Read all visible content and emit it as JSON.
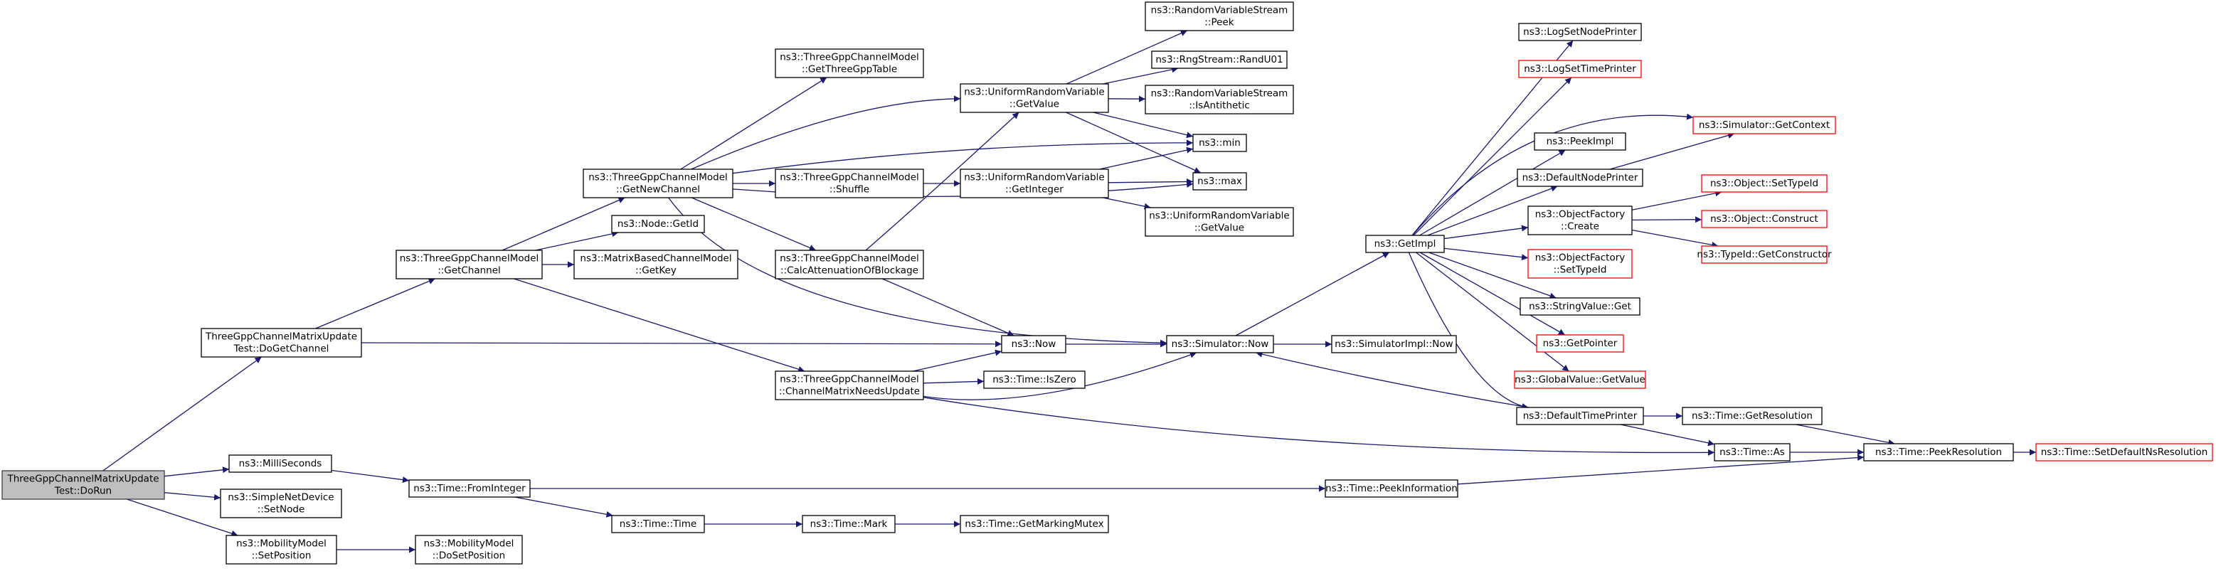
{
  "colors": {
    "edge": "#191970",
    "root_fill": "#bfbfbf",
    "node_border": "#000000",
    "undocumented_border": "#ff0000"
  },
  "nodes": [
    {
      "id": "n_dorun",
      "lines": [
        "ThreeGppChannelMatrixUpdate",
        "Test::DoRun"
      ],
      "style": "root"
    },
    {
      "id": "n_dogetchannel",
      "lines": [
        "ThreeGppChannelMatrixUpdate",
        "Test::DoGetChannel"
      ],
      "style": "normal"
    },
    {
      "id": "n_milliseconds",
      "lines": [
        "ns3::MilliSeconds"
      ],
      "style": "normal"
    },
    {
      "id": "n_setnode",
      "lines": [
        "ns3::SimpleNetDevice",
        "::SetNode"
      ],
      "style": "normal"
    },
    {
      "id": "n_setposition",
      "lines": [
        "ns3::MobilityModel",
        "::SetPosition"
      ],
      "style": "normal"
    },
    {
      "id": "n_getchannel",
      "lines": [
        "ns3::ThreeGppChannelModel",
        "::GetChannel"
      ],
      "style": "normal"
    },
    {
      "id": "n_getnewchannel",
      "lines": [
        "ns3::ThreeGppChannelModel",
        "::GetNewChannel"
      ],
      "style": "normal"
    },
    {
      "id": "n_getthreegpptable",
      "lines": [
        "ns3::ThreeGppChannelModel",
        "::GetThreeGppTable"
      ],
      "style": "normal"
    },
    {
      "id": "n_shuffle",
      "lines": [
        "ns3::ThreeGppChannelModel",
        "::Shuffle"
      ],
      "style": "normal"
    },
    {
      "id": "n_calcatten",
      "lines": [
        "ns3::ThreeGppChannelModel",
        "::CalcAttenuationOfBlockage"
      ],
      "style": "normal"
    },
    {
      "id": "n_matrixneeds",
      "lines": [
        "ns3::ThreeGppChannelModel",
        "::ChannelMatrixNeedsUpdate"
      ],
      "style": "normal"
    },
    {
      "id": "n_nodegetid",
      "lines": [
        "ns3::Node::GetId"
      ],
      "style": "normal"
    },
    {
      "id": "n_getkey",
      "lines": [
        "ns3::MatrixBasedChannelModel",
        "::GetKey"
      ],
      "style": "normal"
    },
    {
      "id": "n_urv_getvalue",
      "lines": [
        "ns3::UniformRandomVariable",
        "::GetValue"
      ],
      "style": "normal"
    },
    {
      "id": "n_urv_getinteger",
      "lines": [
        "ns3::UniformRandomVariable",
        "::GetInteger"
      ],
      "style": "normal"
    },
    {
      "id": "n_peek",
      "lines": [
        "ns3::RandomVariableStream",
        "::Peek"
      ],
      "style": "normal"
    },
    {
      "id": "n_randu01",
      "lines": [
        "ns3::RngStream::RandU01"
      ],
      "style": "normal"
    },
    {
      "id": "n_isantithetic",
      "lines": [
        "ns3::RandomVariableStream",
        "::IsAntithetic"
      ],
      "style": "normal"
    },
    {
      "id": "n_min",
      "lines": [
        "ns3::min"
      ],
      "style": "normal"
    },
    {
      "id": "n_max",
      "lines": [
        "ns3::max"
      ],
      "style": "normal"
    },
    {
      "id": "n_urv_getvalue2",
      "lines": [
        "ns3::UniformRandomVariable",
        "::GetValue"
      ],
      "style": "normal"
    },
    {
      "id": "n_now",
      "lines": [
        "ns3::Now"
      ],
      "style": "normal"
    },
    {
      "id": "n_iszero",
      "lines": [
        "ns3::Time::IsZero"
      ],
      "style": "normal"
    },
    {
      "id": "n_simnow",
      "lines": [
        "ns3::Simulator::Now"
      ],
      "style": "normal"
    },
    {
      "id": "n_simimplnow",
      "lines": [
        "ns3::SimulatorImpl::Now"
      ],
      "style": "normal"
    },
    {
      "id": "n_fromint",
      "lines": [
        "ns3::Time::FromInteger"
      ],
      "style": "normal"
    },
    {
      "id": "n_time",
      "lines": [
        "ns3::Time::Time"
      ],
      "style": "normal"
    },
    {
      "id": "n_mark",
      "lines": [
        "ns3::Time::Mark"
      ],
      "style": "normal"
    },
    {
      "id": "n_markmutex",
      "lines": [
        "ns3::Time::GetMarkingMutex"
      ],
      "style": "normal"
    },
    {
      "id": "n_dosetposition",
      "lines": [
        "ns3::MobilityModel",
        "::DoSetPosition"
      ],
      "style": "normal"
    },
    {
      "id": "n_peekinfo",
      "lines": [
        "ns3::Time::PeekInformation"
      ],
      "style": "normal"
    },
    {
      "id": "n_getimpl",
      "lines": [
        "ns3::GetImpl"
      ],
      "style": "normal"
    },
    {
      "id": "n_lognodeprinter",
      "lines": [
        "ns3::LogSetNodePrinter"
      ],
      "style": "normal"
    },
    {
      "id": "n_logtimeprinter",
      "lines": [
        "ns3::LogSetTimePrinter"
      ],
      "style": "red"
    },
    {
      "id": "n_peekimpl",
      "lines": [
        "ns3::PeekImpl"
      ],
      "style": "normal"
    },
    {
      "id": "n_defnodeprinter",
      "lines": [
        "ns3::DefaultNodePrinter"
      ],
      "style": "normal"
    },
    {
      "id": "n_getcontext",
      "lines": [
        "ns3::Simulator::GetContext"
      ],
      "style": "red"
    },
    {
      "id": "n_objfactcreate",
      "lines": [
        "ns3::ObjectFactory",
        "::Create"
      ],
      "style": "normal"
    },
    {
      "id": "n_objfactsettypeid",
      "lines": [
        "ns3::ObjectFactory",
        "::SetTypeId"
      ],
      "style": "red"
    },
    {
      "id": "n_stringvalueget",
      "lines": [
        "ns3::StringValue::Get"
      ],
      "style": "normal"
    },
    {
      "id": "n_getpointer",
      "lines": [
        "ns3::GetPointer"
      ],
      "style": "red"
    },
    {
      "id": "n_globalvalue",
      "lines": [
        "ns3::GlobalValue::GetValue"
      ],
      "style": "red"
    },
    {
      "id": "n_deftimeprinter",
      "lines": [
        "ns3::DefaultTimePrinter"
      ],
      "style": "normal"
    },
    {
      "id": "n_objsettypeid",
      "lines": [
        "ns3::Object::SetTypeId"
      ],
      "style": "red"
    },
    {
      "id": "n_objconstruct",
      "lines": [
        "ns3::Object::Construct"
      ],
      "style": "red"
    },
    {
      "id": "n_getconstructor",
      "lines": [
        "ns3::TypeId::GetConstructor"
      ],
      "style": "red"
    },
    {
      "id": "n_getresolution",
      "lines": [
        "ns3::Time::GetResolution"
      ],
      "style": "normal"
    },
    {
      "id": "n_timeas",
      "lines": [
        "ns3::Time::As"
      ],
      "style": "normal"
    },
    {
      "id": "n_peekresolution",
      "lines": [
        "ns3::Time::PeekResolution"
      ],
      "style": "normal"
    },
    {
      "id": "n_setdefaultns",
      "lines": [
        "ns3::Time::SetDefaultNsResolution"
      ],
      "style": "red"
    }
  ]
}
